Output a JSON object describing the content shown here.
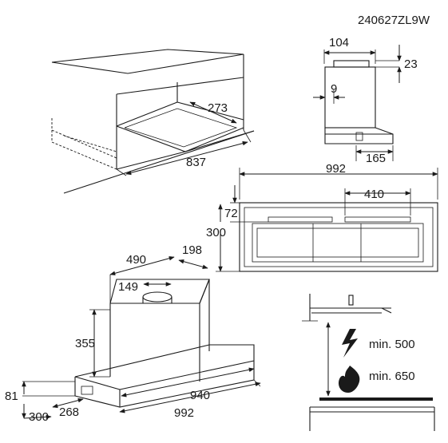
{
  "document_code": "240627ZL9W",
  "cabinet": {
    "depth": "273",
    "width": "837"
  },
  "profile": {
    "top_width": "104",
    "top_height": "23",
    "wall_offset": "9",
    "bottom_width": "165"
  },
  "front": {
    "width": "992",
    "opening_width": "410",
    "opening_depth": "72",
    "depth": "300"
  },
  "unit": {
    "chimney_width": "490",
    "chimney_depth": "198",
    "outlet_diameter": "149",
    "chimney_height": "355",
    "front_height": "81",
    "glass_depth": "300",
    "body_depth": "268",
    "body_width": "940",
    "overall_width": "992"
  },
  "clearance": {
    "electric_label": "min. 500",
    "gas_label": "min. 650"
  }
}
